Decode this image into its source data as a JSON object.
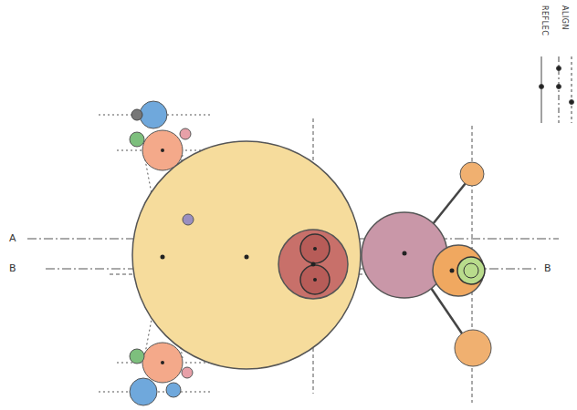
{
  "diagram": {
    "labels": [
      "A",
      "B",
      "B"
    ],
    "legend": [
      {
        "text": "REFLEC"
      },
      {
        "text": "ALIGN"
      }
    ]
  }
}
